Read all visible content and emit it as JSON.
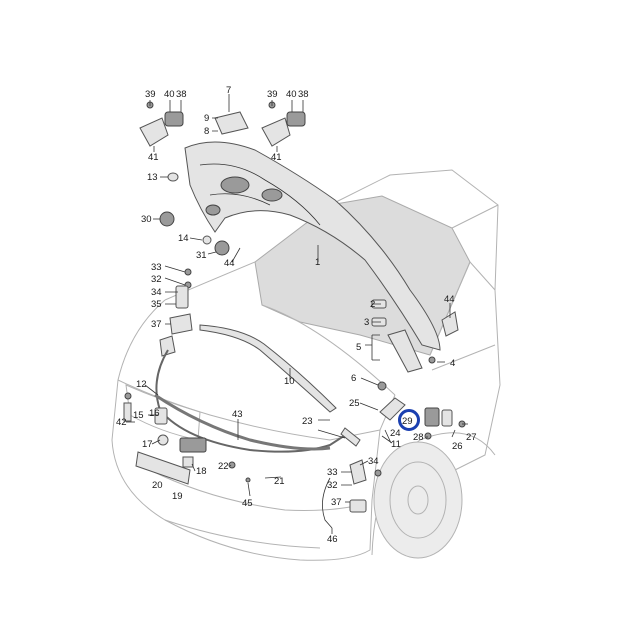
{
  "callouts": [
    {
      "id": "c39a",
      "text": "39"
    },
    {
      "id": "c40a",
      "text": "40"
    },
    {
      "id": "c38a",
      "text": "38"
    },
    {
      "id": "c7",
      "text": "7"
    },
    {
      "id": "c39b",
      "text": "39"
    },
    {
      "id": "c40b",
      "text": "40"
    },
    {
      "id": "c38b",
      "text": "38"
    },
    {
      "id": "c9",
      "text": "9"
    },
    {
      "id": "c8",
      "text": "8"
    },
    {
      "id": "c41a",
      "text": "41"
    },
    {
      "id": "c41b",
      "text": "41"
    },
    {
      "id": "c13",
      "text": "13"
    },
    {
      "id": "c30",
      "text": "30"
    },
    {
      "id": "c14",
      "text": "14"
    },
    {
      "id": "c31",
      "text": "31"
    },
    {
      "id": "c44a",
      "text": "44"
    },
    {
      "id": "c1",
      "text": "1"
    },
    {
      "id": "c33a",
      "text": "33"
    },
    {
      "id": "c32a",
      "text": "32"
    },
    {
      "id": "c34a",
      "text": "34"
    },
    {
      "id": "c35",
      "text": "35"
    },
    {
      "id": "c37a",
      "text": "37"
    },
    {
      "id": "c2",
      "text": "2"
    },
    {
      "id": "c3",
      "text": "3"
    },
    {
      "id": "c5",
      "text": "5"
    },
    {
      "id": "c44b",
      "text": "44"
    },
    {
      "id": "c4",
      "text": "4"
    },
    {
      "id": "c6",
      "text": "6"
    },
    {
      "id": "c10",
      "text": "10"
    },
    {
      "id": "c12",
      "text": "12"
    },
    {
      "id": "c16",
      "text": "16"
    },
    {
      "id": "c15",
      "text": "15"
    },
    {
      "id": "c42",
      "text": "42"
    },
    {
      "id": "c43",
      "text": "43"
    },
    {
      "id": "c17",
      "text": "17"
    },
    {
      "id": "c18",
      "text": "18"
    },
    {
      "id": "c22",
      "text": "22"
    },
    {
      "id": "c20",
      "text": "20"
    },
    {
      "id": "c19",
      "text": "19"
    },
    {
      "id": "c21",
      "text": "21"
    },
    {
      "id": "c45",
      "text": "45"
    },
    {
      "id": "c23",
      "text": "23"
    },
    {
      "id": "c25",
      "text": "25"
    },
    {
      "id": "c29",
      "text": "29"
    },
    {
      "id": "c24",
      "text": "24"
    },
    {
      "id": "c11",
      "text": "11"
    },
    {
      "id": "c28",
      "text": "28"
    },
    {
      "id": "c26",
      "text": "26"
    },
    {
      "id": "c27",
      "text": "27"
    },
    {
      "id": "c34b",
      "text": "34"
    },
    {
      "id": "c33b",
      "text": "33"
    },
    {
      "id": "c32b",
      "text": "32"
    },
    {
      "id": "c37b",
      "text": "37"
    },
    {
      "id": "c46",
      "text": "46"
    }
  ],
  "highlight": {
    "callout": "29",
    "color": "#1a3fb0"
  },
  "colors": {
    "line": "#555555",
    "part_fill": "#e4e4e4",
    "car_outline": "#b3b3b3"
  }
}
